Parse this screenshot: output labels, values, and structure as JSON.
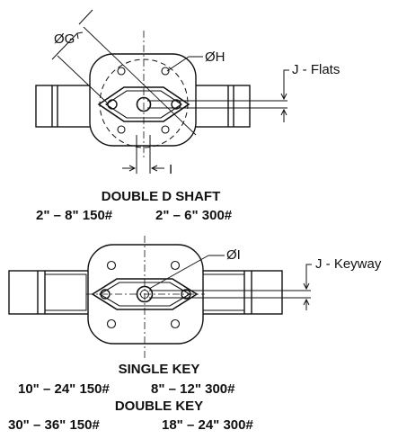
{
  "top_figure": {
    "dims": {
      "g": "ØG",
      "h": "ØH",
      "j": "J - Flats",
      "i": "I"
    },
    "caption_title": "DOUBLE D SHAFT",
    "caption_sizes": [
      "2\" – 8\" 150#",
      "2\" – 6\" 300#"
    ]
  },
  "bottom_figure": {
    "dims": {
      "i": "ØI",
      "j": "J - Keyway"
    },
    "caption_single_title": "SINGLE KEY",
    "caption_single_sizes": [
      "10\" – 24\" 150#",
      "8\" – 12\" 300#"
    ],
    "caption_double_title": "DOUBLE KEY",
    "caption_double_sizes": [
      "30\" – 36\" 150#",
      "18\" – 24\" 300#"
    ]
  }
}
